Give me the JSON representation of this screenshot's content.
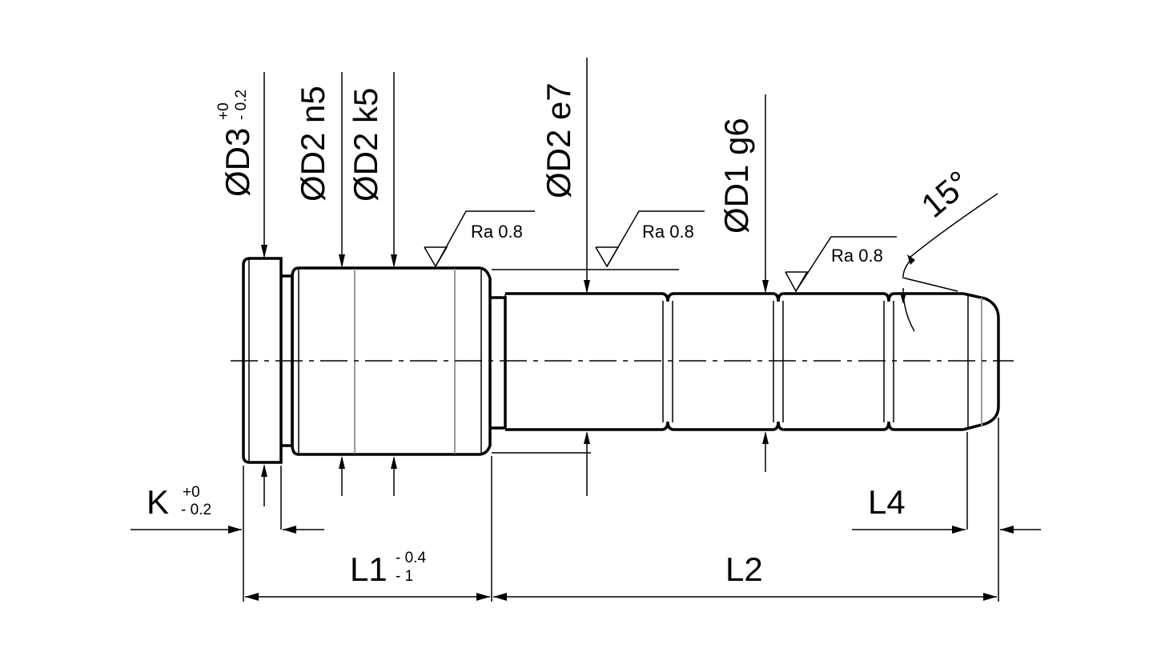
{
  "labels": {
    "d3": "ØD3",
    "d3_tol_upper": "+0",
    "d3_tol_lower": "- 0.2",
    "d2_n5": "ØD2 n5",
    "d2_k5": "ØD2 k5",
    "d2_e7": "ØD2 e7",
    "d1_g6": "ØD1 g6",
    "angle": "15°",
    "ra1": "Ra 0.8",
    "ra2": "Ra 0.8",
    "ra3": "Ra 0.8",
    "k": "K",
    "k_tol_upper": "+0",
    "k_tol_lower": "- 0.2",
    "l1": "L1",
    "l1_tol_upper": "- 0.4",
    "l1_tol_lower": "- 1",
    "l2": "L2",
    "l4": "L4"
  }
}
